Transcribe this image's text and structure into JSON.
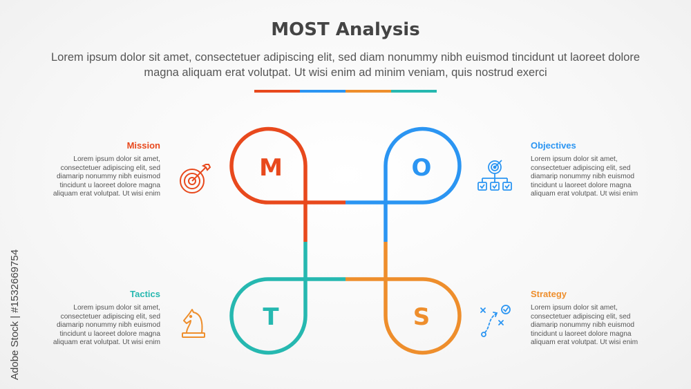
{
  "header": {
    "title": "MOST Analysis",
    "subtitle": "Lorem ipsum dolor sit amet, consectetuer adipiscing elit, sed diam nonummy nibh euismod tincidunt ut laoreet dolore magna aliquam erat volutpat. Ut wisi enim ad minim veniam, quis nostrud exerci"
  },
  "colors": {
    "mission": "#E8491D",
    "objectives": "#2B95F2",
    "tactics": "#26B8B0",
    "strategy": "#EE8E2C"
  },
  "diagram": {
    "m": "M",
    "o": "O",
    "t": "T",
    "s": "S"
  },
  "items": {
    "mission": {
      "heading": "Mission",
      "body": "Lorem ipsum dolor sit amet, consectetuer adipiscing elit, sed diamarip nonummy nibh euismod tincidunt u laoreet dolore magna aliquam erat volutpat. Ut wisi enim",
      "icon": "target-dartboard-icon"
    },
    "objectives": {
      "heading": "Objectives",
      "body": "Lorem ipsum dolor sit amet, consectetuer adipiscing elit, sed diamarip nonummy nibh euismod tincidunt u laoreet dolore magna aliquam erat volutpat. Ut wisi enim",
      "icon": "target-hierarchy-checklist-icon"
    },
    "tactics": {
      "heading": "Tactics",
      "body": "Lorem ipsum dolor sit amet, consectetuer adipiscing elit, sed diamarip nonummy nibh euismod tincidunt u laoreet dolore magna aliquam erat volutpat. Ut wisi enim",
      "icon": "chess-knight-icon"
    },
    "strategy": {
      "heading": "Strategy",
      "body": "Lorem ipsum dolor sit amet, consectetuer adipiscing elit, sed diamarip nonummy nibh euismod tincidunt u laoreet dolore magna aliquam erat volutpat. Ut wisi enim",
      "icon": "strategy-play-diagram-icon"
    }
  },
  "watermark": {
    "text": "Adobe Stock | #1532669754"
  }
}
